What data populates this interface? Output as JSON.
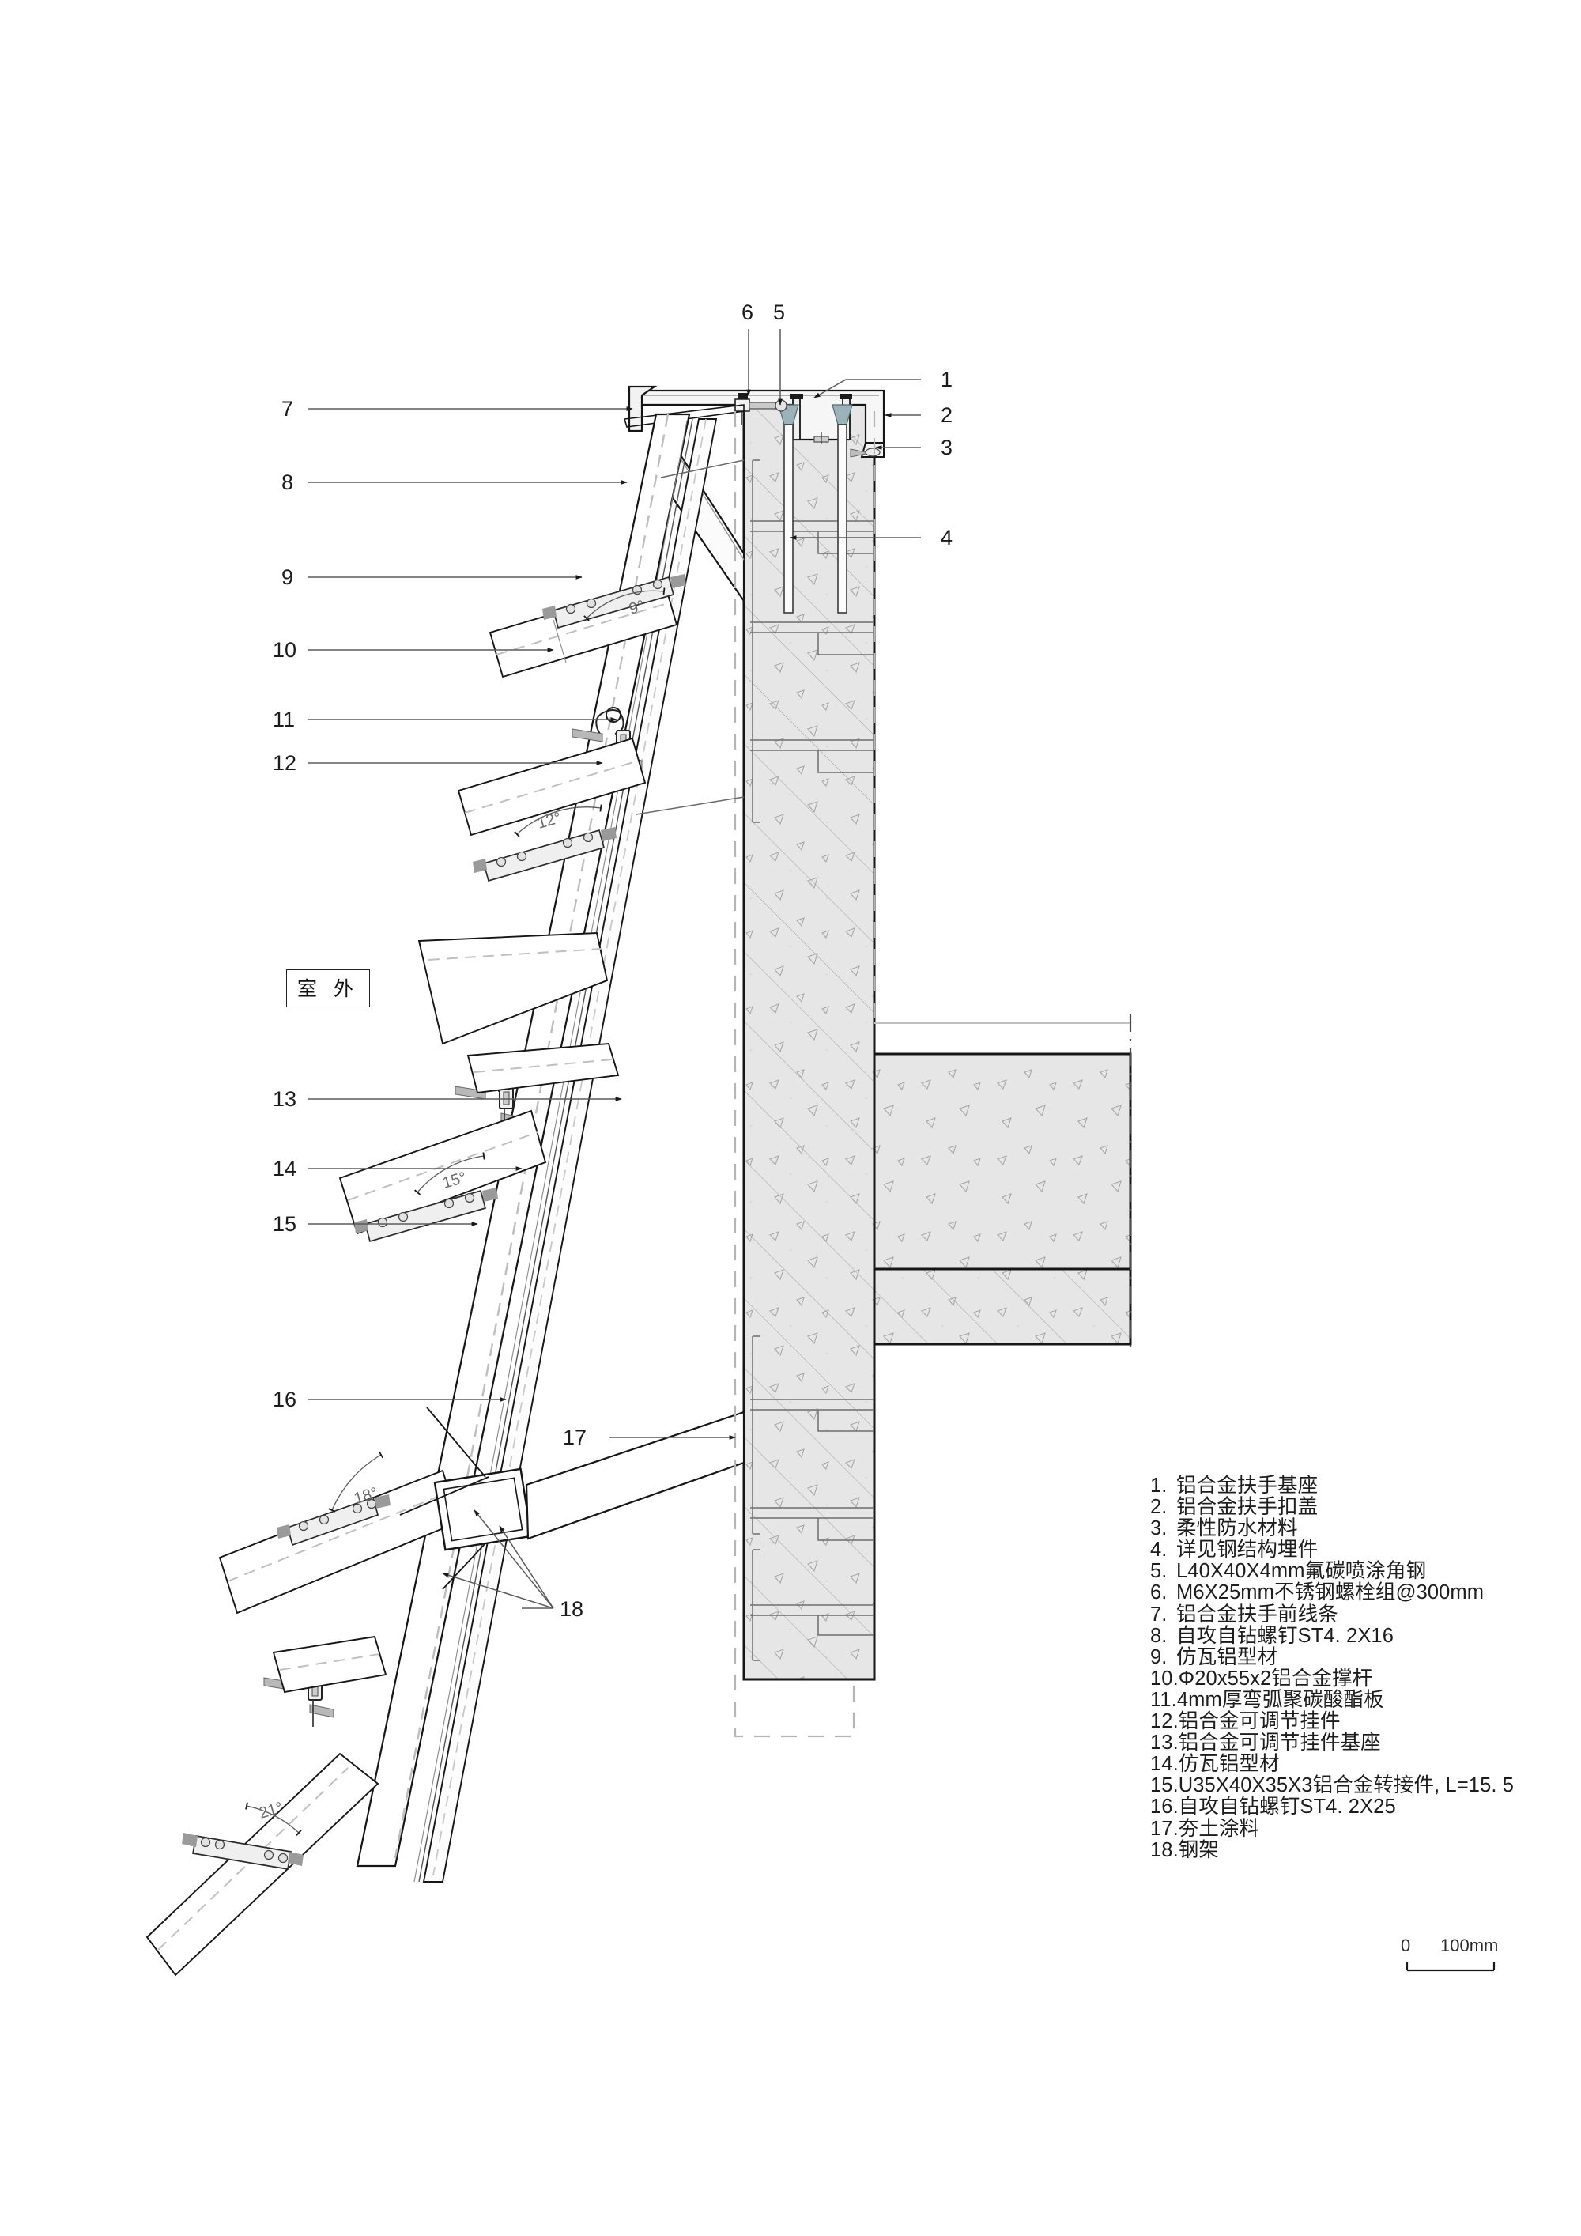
{
  "drawing": {
    "type": "architectural-construction-detail",
    "room_tag": "室 外",
    "angles": [
      {
        "id": "a9",
        "value": "9°"
      },
      {
        "id": "a12",
        "value": "12°"
      },
      {
        "id": "a15",
        "value": "15°"
      },
      {
        "id": "a18",
        "value": "18°"
      },
      {
        "id": "a21",
        "value": "21°"
      }
    ],
    "callouts_right": [
      "1",
      "2",
      "3",
      "4"
    ],
    "callouts_top": [
      "6",
      "5"
    ],
    "callouts_left": [
      "7",
      "8",
      "9",
      "10",
      "11",
      "12",
      "13",
      "14",
      "15",
      "16"
    ],
    "callouts_inner": [
      "17",
      "18"
    ]
  },
  "legend": {
    "items": [
      {
        "num": "1.",
        "text": "铝合金扶手基座"
      },
      {
        "num": "2.",
        "text": "铝合金扶手扣盖"
      },
      {
        "num": "3.",
        "text": "柔性防水材料"
      },
      {
        "num": "4.",
        "text": "详见钢结构埋件"
      },
      {
        "num": "5.",
        "text": "L40X40X4mm氟碳喷涂角钢"
      },
      {
        "num": "6.",
        "text": "M6X25mm不锈钢螺栓组@300mm"
      },
      {
        "num": "7.",
        "text": "铝合金扶手前线条"
      },
      {
        "num": "8.",
        "text": "自攻自钻螺钉ST4. 2X16"
      },
      {
        "num": "9.",
        "text": "仿瓦铝型材"
      },
      {
        "num": "10.",
        "text": "Φ20x55x2铝合金撑杆"
      },
      {
        "num": "11.",
        "text": "4mm厚弯弧聚碳酸酯板"
      },
      {
        "num": "12.",
        "text": "铝合金可调节挂件"
      },
      {
        "num": "13.",
        "text": "铝合金可调节挂件基座"
      },
      {
        "num": "14.",
        "text": "仿瓦铝型材"
      },
      {
        "num": "15.",
        "text": "U35X40X35X3铝合金转接件, L=15. 5"
      },
      {
        "num": "16.",
        "text": "自攻自钻螺钉ST4. 2X25"
      },
      {
        "num": "17.",
        "text": "夯土涂料"
      },
      {
        "num": "18.",
        "text": "钢架"
      }
    ]
  },
  "scale_bar": {
    "zero_label": "0",
    "max_label": "100mm"
  },
  "colors": {
    "line": "#1a1a1a",
    "thin_line": "#4a4a4a",
    "hatch": "#9a9a9a",
    "concrete_fill": "#e4e4e4",
    "dash": "#b0b0b0",
    "metal_fill": "#f2f2f2",
    "seal_fill": "#9bb3b8"
  }
}
